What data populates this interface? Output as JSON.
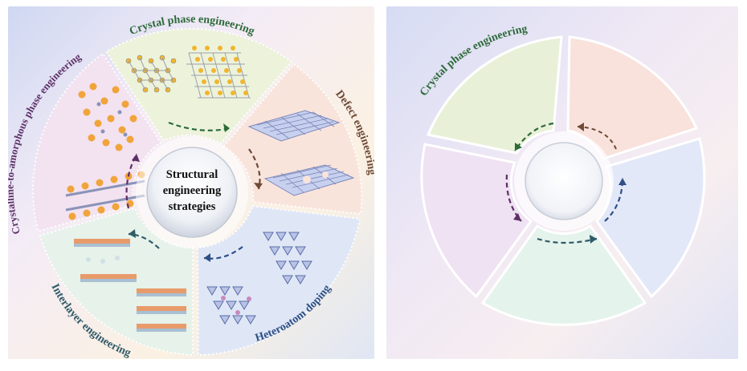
{
  "left_panel": {
    "center_text": [
      "Structural",
      "engineering",
      "strategies"
    ],
    "labels": {
      "crystal_phase": "Crystal phase engineering",
      "defect": "Defect engineering",
      "heteroatom": "Heteroatom doping",
      "interlayer": "Interlayer engineering",
      "amorphous": "Crystalline-to-amorphous phase engineering"
    }
  },
  "right_panel": {
    "labels": {
      "crystal_phase": "Crystal phase engineering"
    }
  },
  "colors": {
    "crystal_phase": "#2e6a3a",
    "defect": "#6e4a35",
    "heteroatom": "#2d4f86",
    "interlayer": "#2f5a68",
    "amorphous": "#5e2f66"
  }
}
